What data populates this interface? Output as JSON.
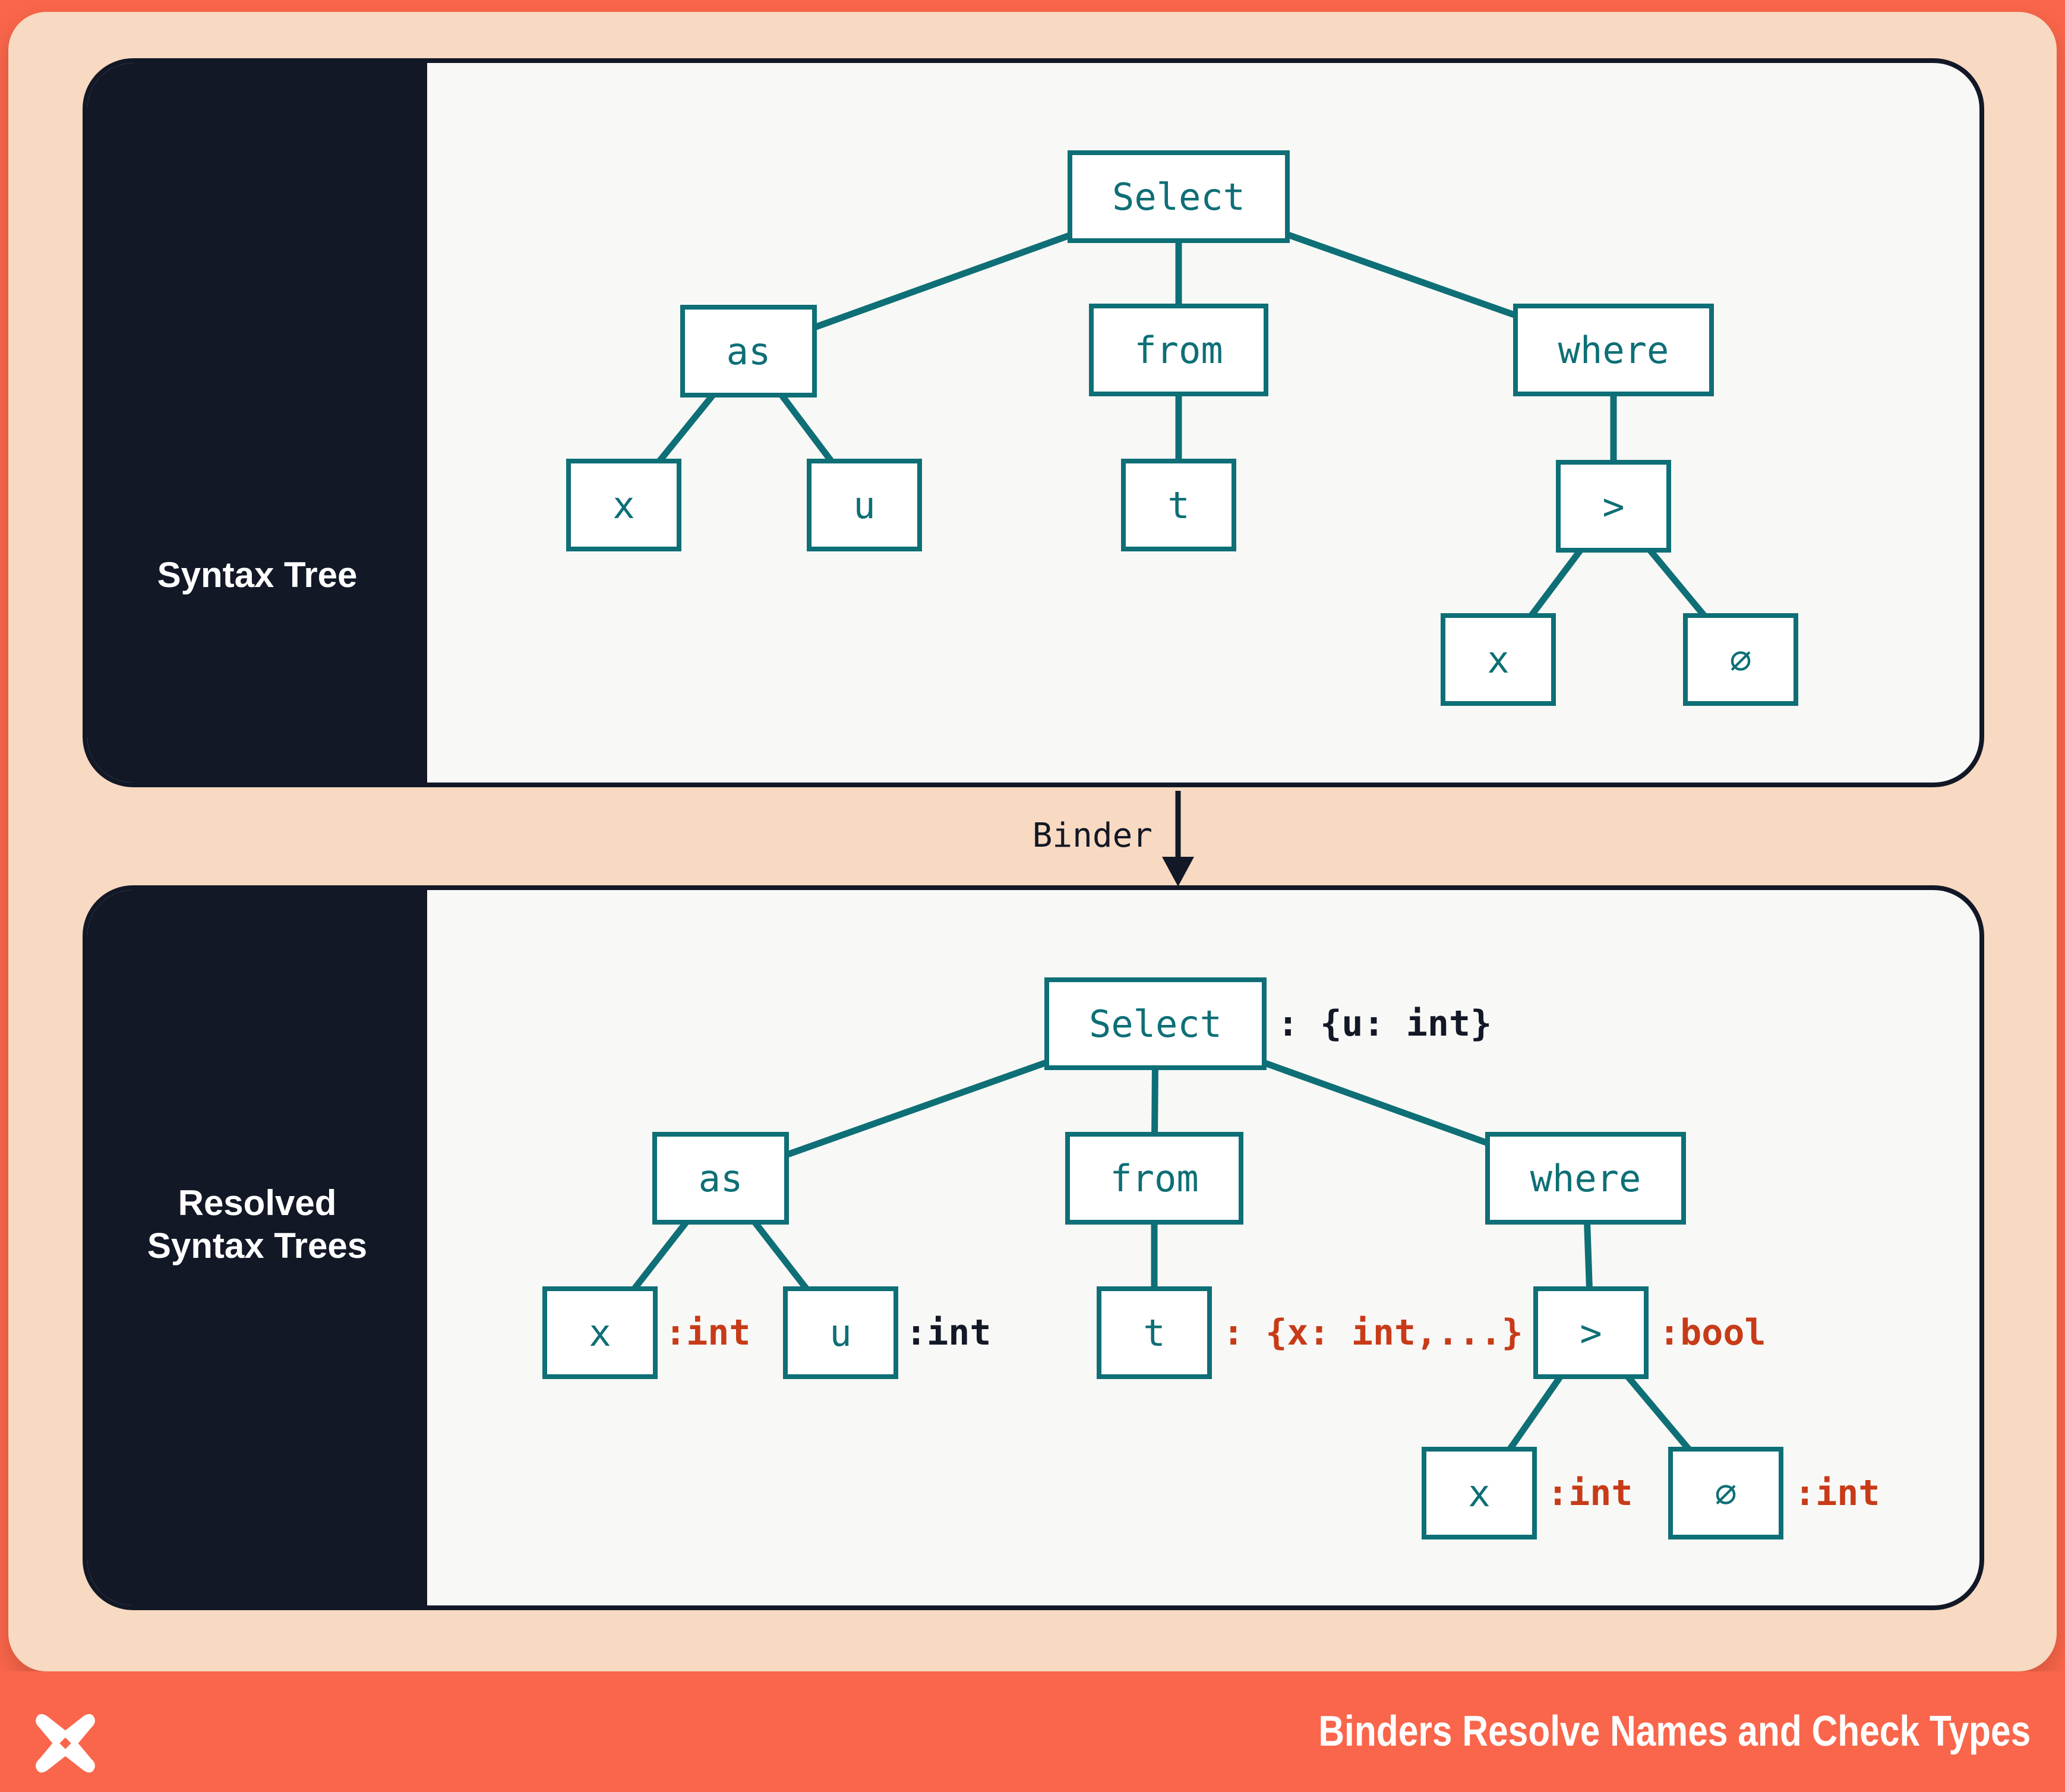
{
  "colors": {
    "coral": "#f9664b",
    "peach": "#f8d9c1",
    "navy": "#121826",
    "teal": "#0e6f76",
    "annotation_red": "#c73b18",
    "panel_background": "#f8f8f6",
    "box_fill": "#ffffff"
  },
  "syntax_panel": {
    "label": "Syntax Tree",
    "nodes": {
      "select": "Select",
      "as": "as",
      "from": "from",
      "where": "where",
      "x1": "x",
      "u": "u",
      "t": "t",
      "gt": ">",
      "x2": "x",
      "zero": "∅"
    }
  },
  "binder": {
    "label": "Binder"
  },
  "resolved_panel": {
    "label_line1": "Resolved",
    "label_line2": "Syntax Trees",
    "nodes": {
      "select": "Select",
      "as": "as",
      "from": "from",
      "where": "where",
      "x1": "x",
      "u": "u",
      "t": "t",
      "gt": ">",
      "x2": "x",
      "zero": "∅"
    },
    "annotations": {
      "select": ": {u: int}",
      "x1": ":int",
      "u": ":int",
      "t": ": {x: int,...}",
      "gt": ":bool",
      "x2": ":int",
      "zero": ":int"
    }
  },
  "footer": {
    "title": "Binders Resolve Names and Check Types",
    "logo": "x-star-logo"
  }
}
